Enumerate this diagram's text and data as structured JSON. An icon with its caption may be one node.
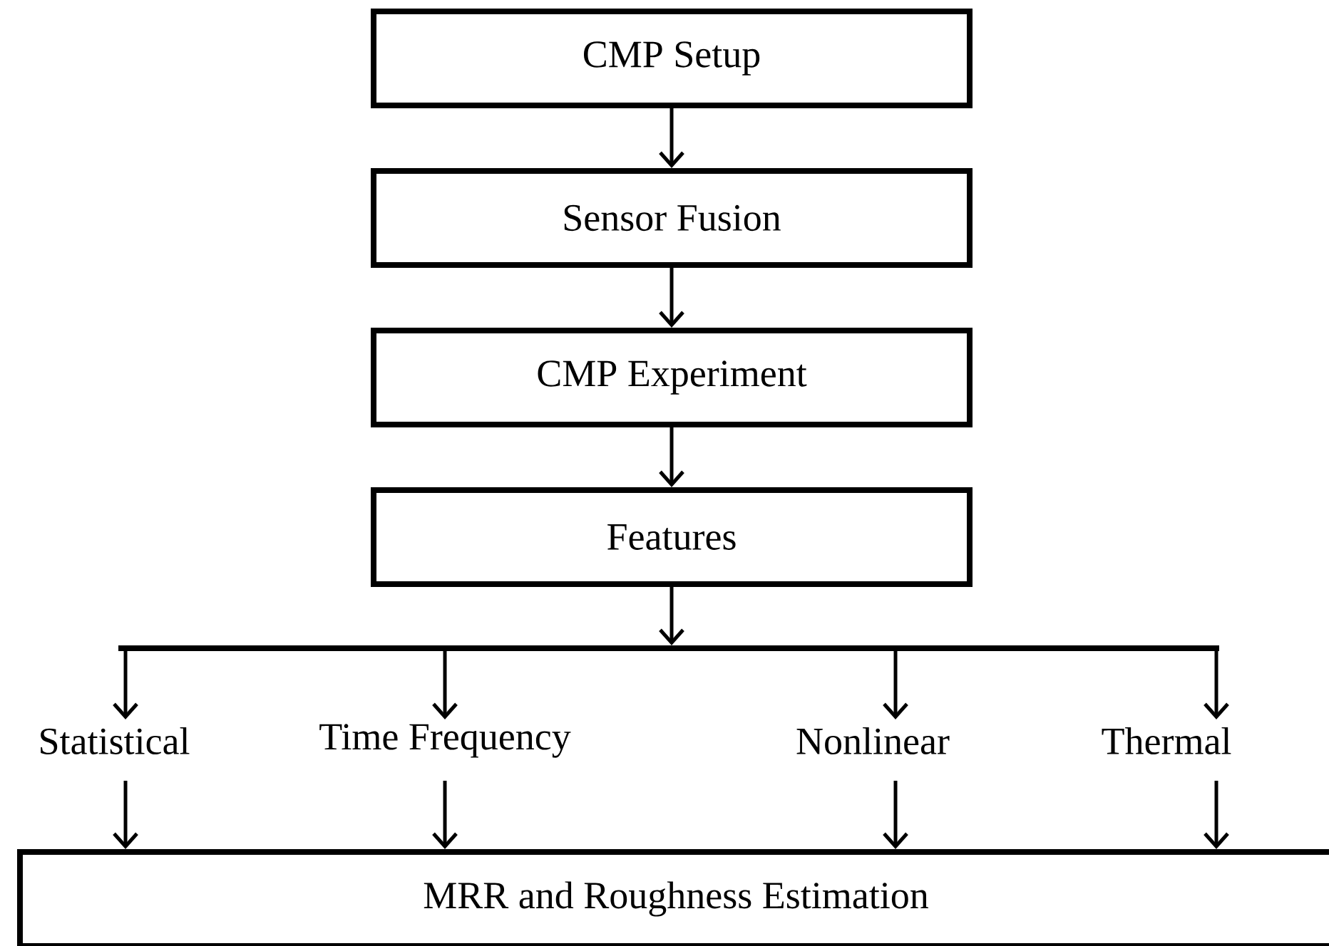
{
  "diagram": {
    "nodes": [
      {
        "text": [
          "CMP Setup"
        ]
      },
      {
        "text": [
          "Sensor Fusion"
        ]
      },
      {
        "text": [
          "CMP Experiment"
        ]
      },
      {
        "text": [
          "Features"
        ]
      },
      {
        "text": [
          "Statistical"
        ]
      },
      {
        "text": [
          "Time Frequency"
        ]
      },
      {
        "text": [
          "Nonlinear"
        ]
      },
      {
        "text": [
          "Thermal"
        ]
      },
      {
        "text": [
          "MRR and Roughness Estimation"
        ]
      }
    ],
    "edges": [
      {
        "from": 0,
        "to": 1,
        "arrow": "to"
      },
      {
        "from": 1,
        "to": 2,
        "arrow": "to"
      },
      {
        "from": 2,
        "to": 3,
        "arrow": "to"
      },
      {
        "from": 3,
        "to": 4,
        "arrow": "to"
      },
      {
        "from": 3,
        "to": 5,
        "arrow": "to"
      },
      {
        "from": 3,
        "to": 6,
        "arrow": "to"
      },
      {
        "from": 3,
        "to": 7,
        "arrow": "to"
      },
      {
        "from": 4,
        "to": 8,
        "arrow": "to"
      },
      {
        "from": 5,
        "to": 8,
        "arrow": "to"
      },
      {
        "from": 6,
        "to": 8,
        "arrow": "to"
      },
      {
        "from": 7,
        "to": 8,
        "arrow": "to"
      }
    ]
  }
}
